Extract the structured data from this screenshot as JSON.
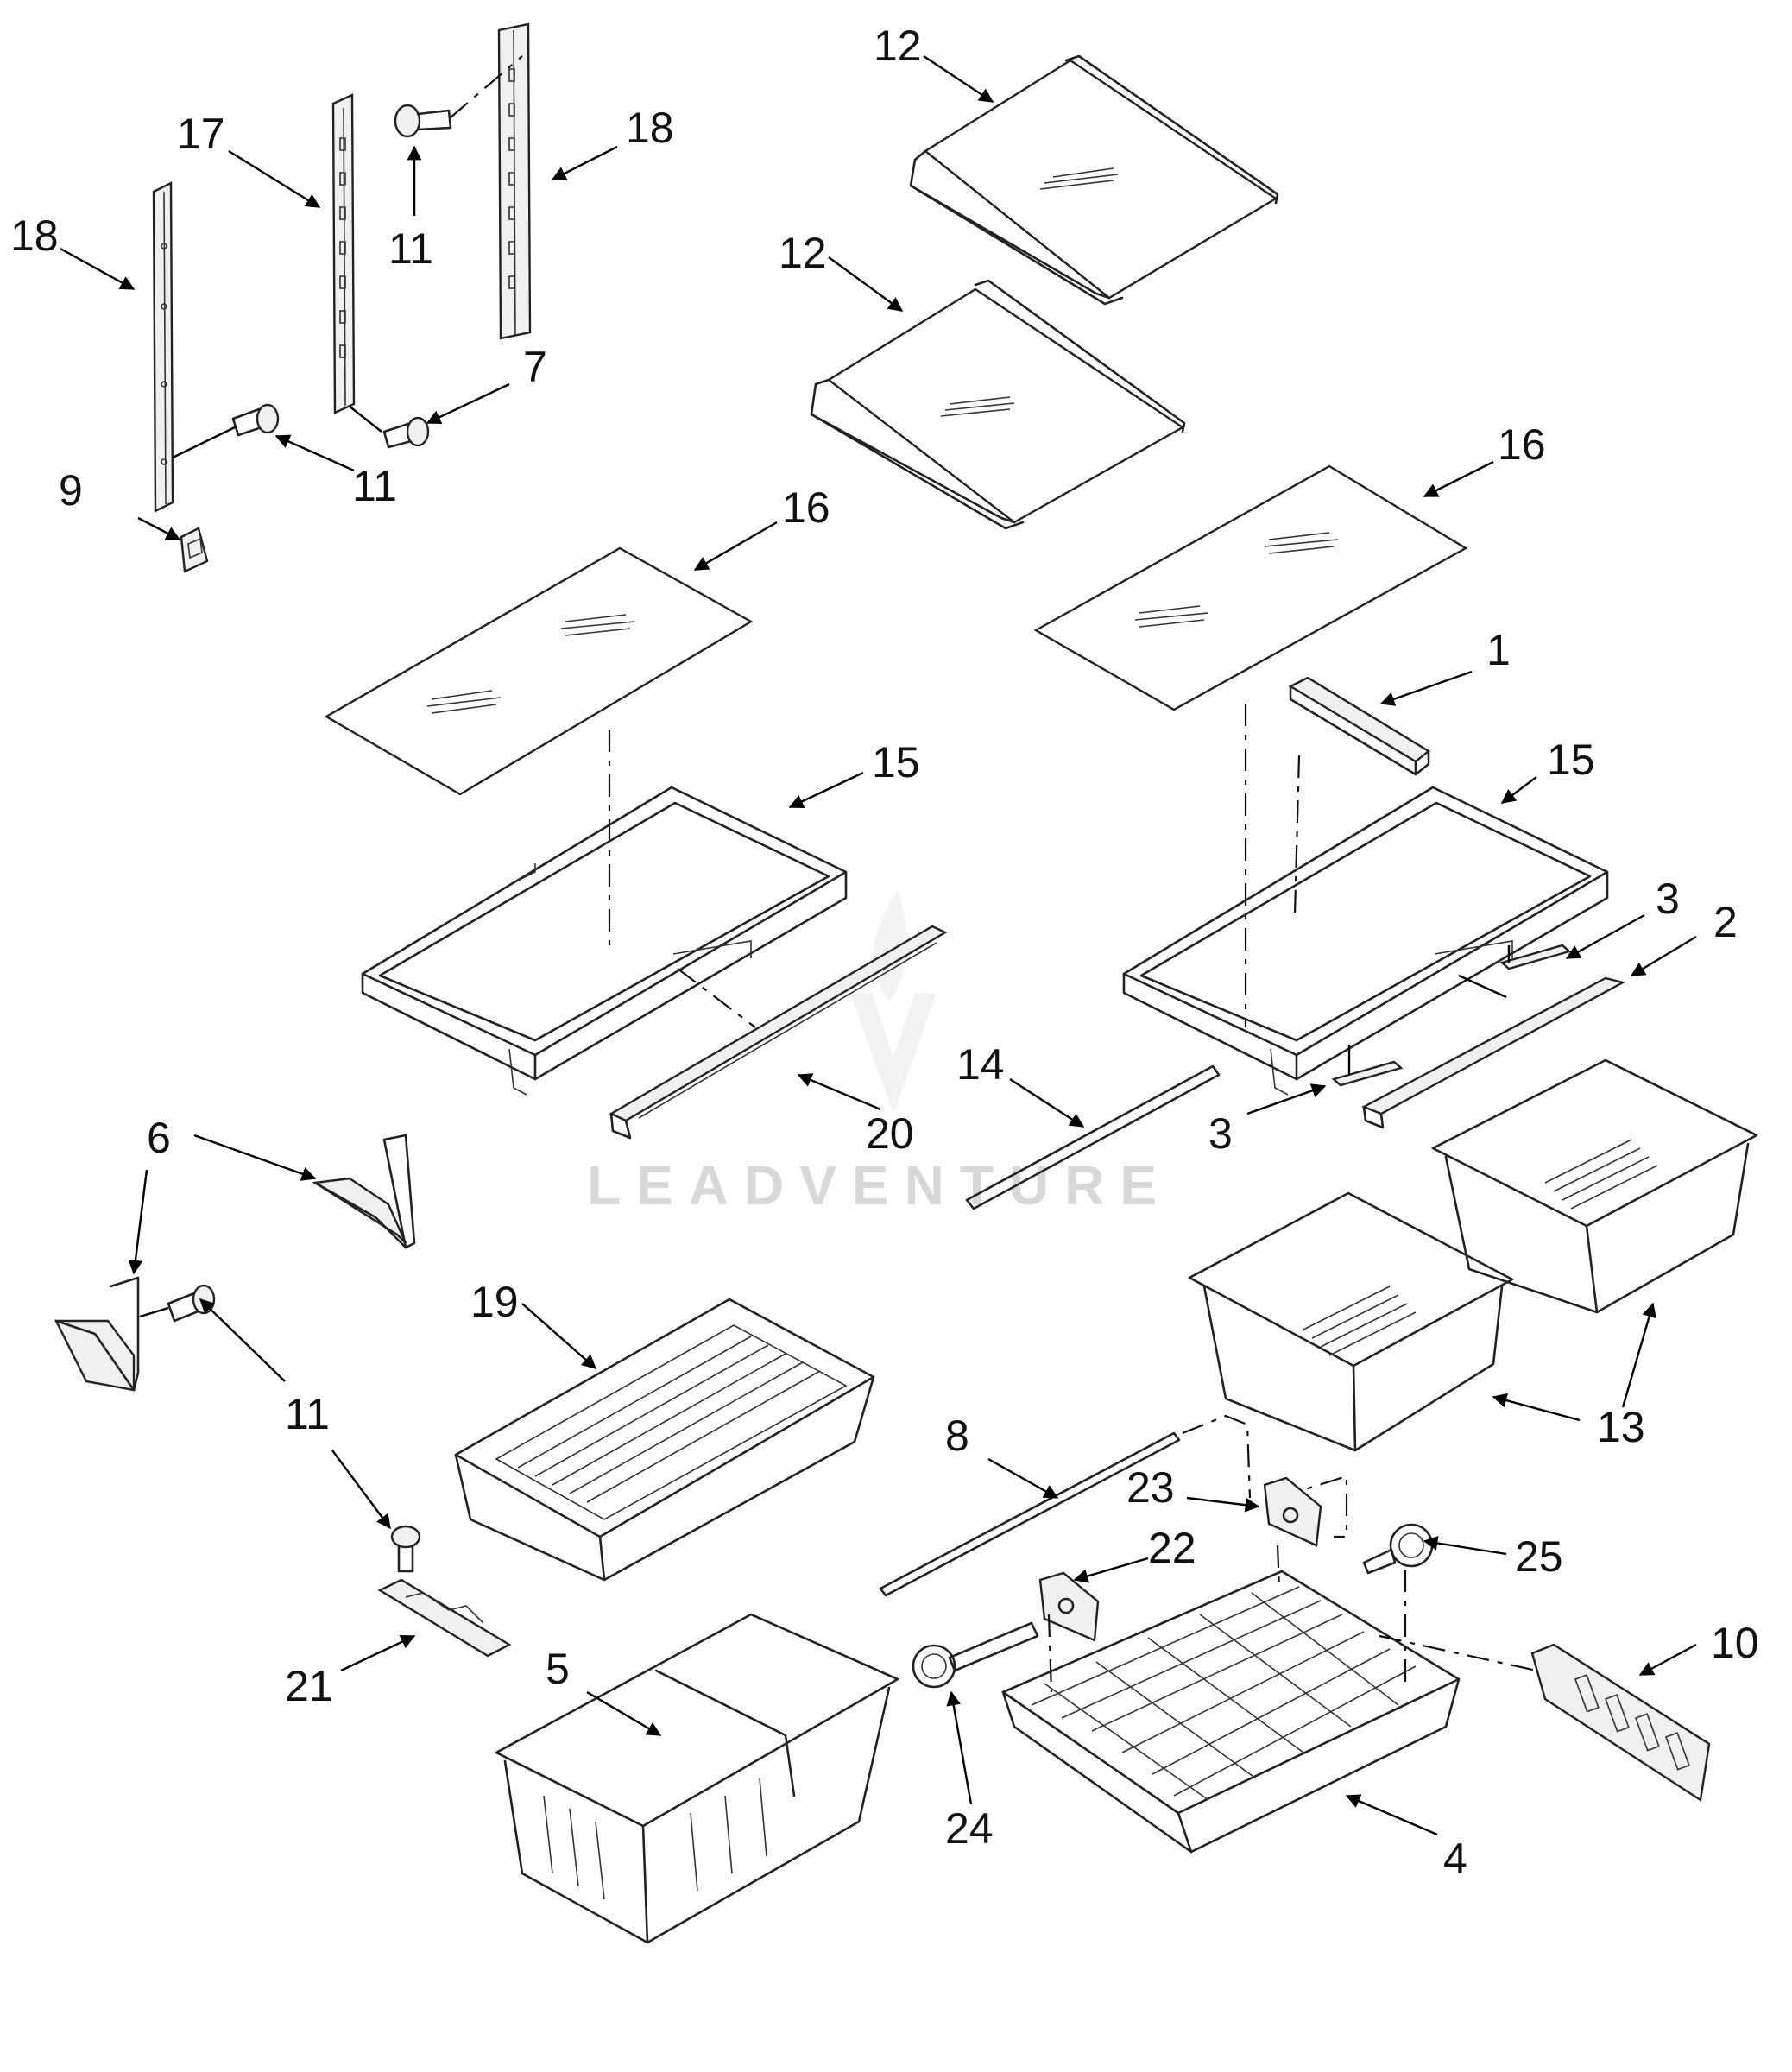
{
  "watermark": {
    "text": "LEADVENTURE"
  },
  "callouts": [
    {
      "id": "c12a",
      "label": "12"
    },
    {
      "id": "c12b",
      "label": "12"
    },
    {
      "id": "c17",
      "label": "17"
    },
    {
      "id": "c18a",
      "label": "18"
    },
    {
      "id": "c18b",
      "label": "18"
    },
    {
      "id": "c11a",
      "label": "11"
    },
    {
      "id": "c11b",
      "label": "11"
    },
    {
      "id": "c7",
      "label": "7"
    },
    {
      "id": "c9",
      "label": "9"
    },
    {
      "id": "c16a",
      "label": "16"
    },
    {
      "id": "c16b",
      "label": "16"
    },
    {
      "id": "c1",
      "label": "1"
    },
    {
      "id": "c15a",
      "label": "15"
    },
    {
      "id": "c15b",
      "label": "15"
    },
    {
      "id": "c3a",
      "label": "3"
    },
    {
      "id": "c2",
      "label": "2"
    },
    {
      "id": "c3b",
      "label": "3"
    },
    {
      "id": "c14",
      "label": "14"
    },
    {
      "id": "c20",
      "label": "20"
    },
    {
      "id": "c6",
      "label": "6"
    },
    {
      "id": "c11c",
      "label": "11"
    },
    {
      "id": "c19",
      "label": "19"
    },
    {
      "id": "c13",
      "label": "13"
    },
    {
      "id": "c8",
      "label": "8"
    },
    {
      "id": "c23",
      "label": "23"
    },
    {
      "id": "c22",
      "label": "22"
    },
    {
      "id": "c25",
      "label": "25"
    },
    {
      "id": "c10",
      "label": "10"
    },
    {
      "id": "c21",
      "label": "21"
    },
    {
      "id": "c5",
      "label": "5"
    },
    {
      "id": "c24",
      "label": "24"
    },
    {
      "id": "c4",
      "label": "4"
    }
  ]
}
